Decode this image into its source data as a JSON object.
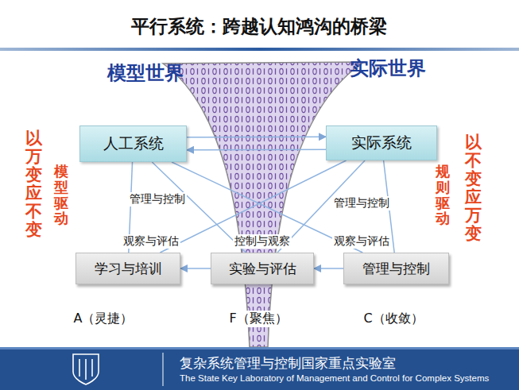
{
  "diagram": {
    "title": "平行系统：跨越认知鸿沟的桥梁",
    "nodes": [
      {
        "text": [
          "人工系统"
        ]
      },
      {
        "text": [
          "实际系统"
        ]
      },
      {
        "text": [
          "学习与培训"
        ]
      },
      {
        "text": [
          "实验与评估"
        ]
      },
      {
        "text": [
          "管理与控制"
        ]
      }
    ],
    "edges": [
      {
        "from": 0,
        "to": 1,
        "arrow": "to"
      },
      {
        "from": 1,
        "to": 0,
        "arrow": "to"
      },
      {
        "from": 0,
        "to": 2,
        "arrow": "none"
      },
      {
        "from": 0,
        "to": 3,
        "arrow": "none"
      },
      {
        "from": 0,
        "to": 4,
        "arrow": "none"
      },
      {
        "from": 1,
        "to": 2,
        "arrow": "none"
      },
      {
        "from": 1,
        "to": 3,
        "arrow": "none"
      },
      {
        "from": 1,
        "to": 4,
        "arrow": "none"
      },
      {
        "from": 4,
        "to": 3,
        "arrow": "to"
      },
      {
        "from": 3,
        "to": 2,
        "arrow": "to"
      }
    ],
    "labels": [
      "模型世界",
      "实际世界",
      "以万变应不变",
      "模型驱动",
      "以不变应万变",
      "规则驱动",
      "管理与控制",
      "管理与控制",
      "观察与评估",
      "控制与观察",
      "观察与评估",
      "A（灵捷）",
      "F（聚焦）",
      "C（收敛）",
      "复杂系统管理与控制国家重点实验室",
      "The State Key Laboratory of Management and Control for Complex Systems"
    ]
  }
}
